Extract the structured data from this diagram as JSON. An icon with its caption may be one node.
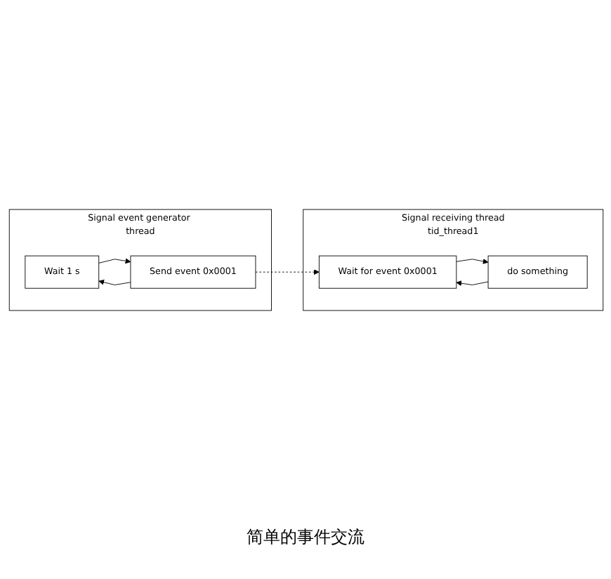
{
  "diagram": {
    "caption": "简单的事件交流",
    "nodes": [
      {
        "text": [
          "Signal event generator thread"
        ]
      },
      {
        "text": [
          "Wait 1 s"
        ],
        "in": 0
      },
      {
        "text": [
          "Send event 0x0001"
        ],
        "in": 0
      },
      {
        "text": [
          "Signal receiving thread",
          "tid_thread1"
        ]
      },
      {
        "text": [
          "Wait for event 0x0001"
        ],
        "in": 3
      },
      {
        "text": [
          "do something"
        ],
        "in": 3
      }
    ],
    "edges": [
      {
        "from": 1,
        "to": 2,
        "arrow": "to"
      },
      {
        "from": 2,
        "to": 1,
        "arrow": "to"
      },
      {
        "from": 2,
        "to": 4,
        "arrow": "to",
        "style": "dashed"
      },
      {
        "from": 4,
        "to": 5,
        "arrow": "to"
      },
      {
        "from": 5,
        "to": 4,
        "arrow": "to"
      }
    ]
  }
}
